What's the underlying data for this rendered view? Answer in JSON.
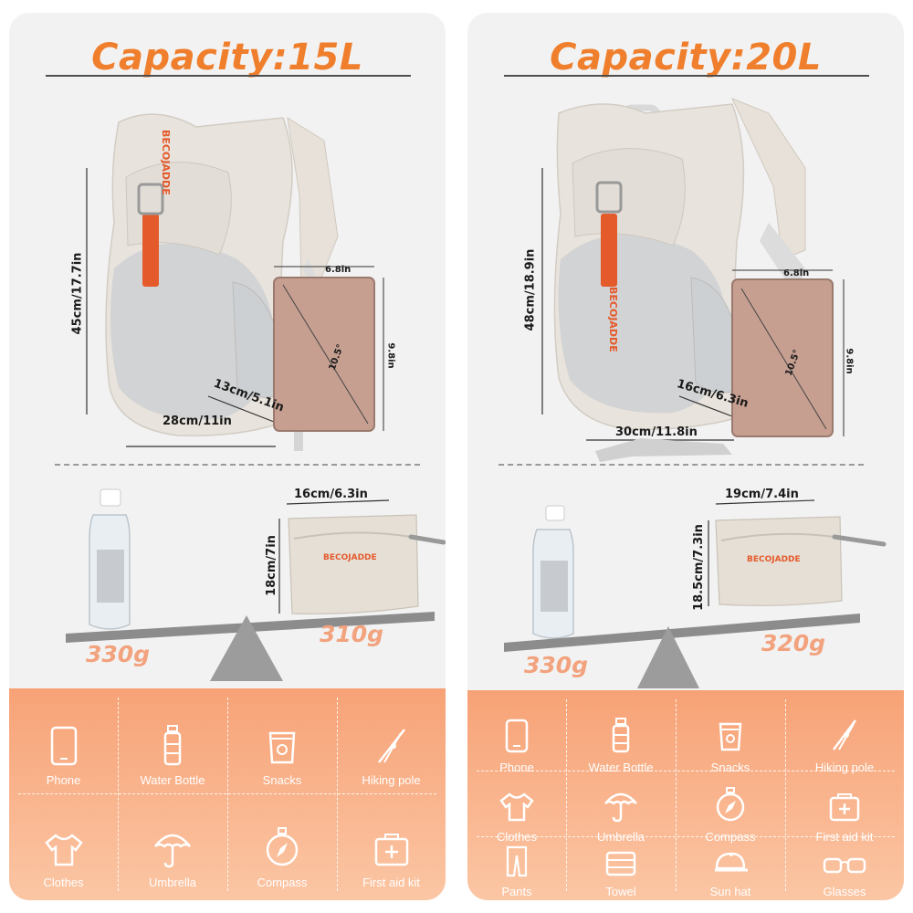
{
  "panels": {
    "left": {
      "title": "Capacity:15L",
      "brand": "BECOJADDE",
      "height_label": "45cm/17.7in",
      "width_label": "28cm/11in",
      "depth_label": "13cm/5.1in",
      "tablet": {
        "width_label": "6.8in",
        "height_label": "9.8in",
        "diag_label": "10.5°"
      },
      "pouch": {
        "width_label": "16cm/6.3in",
        "height_label": "18cm/7in",
        "brand": "BECOJADDE"
      },
      "bottle_weight": "330g",
      "bag_weight": "310g",
      "items": [
        {
          "label": "Phone",
          "icon": "phone-icon"
        },
        {
          "label": "Water Bottle",
          "icon": "water-bottle-icon"
        },
        {
          "label": "Snacks",
          "icon": "snacks-icon"
        },
        {
          "label": "Hiking pole",
          "icon": "hiking-pole-icon"
        },
        {
          "label": "Clothes",
          "icon": "clothes-icon"
        },
        {
          "label": "Umbrella",
          "icon": "umbrella-icon"
        },
        {
          "label": "Compass",
          "icon": "compass-icon"
        },
        {
          "label": "First aid kit",
          "icon": "first-aid-kit-icon"
        }
      ]
    },
    "right": {
      "title": "Capacity:20L",
      "brand": "BECOJADDE",
      "height_label": "48cm/18.9in",
      "width_label": "30cm/11.8in",
      "depth_label": "16cm/6.3in",
      "tablet": {
        "width_label": "6.8in",
        "height_label": "9.8in",
        "diag_label": "10.5°"
      },
      "pouch": {
        "width_label": "19cm/7.4in",
        "height_label": "18.5cm/7.3in",
        "brand": "BECOJADDE"
      },
      "bottle_weight": "330g",
      "bag_weight": "320g",
      "items": [
        {
          "label": "Phone",
          "icon": "phone-icon"
        },
        {
          "label": "Water Bottle",
          "icon": "water-bottle-icon"
        },
        {
          "label": "Snacks",
          "icon": "snacks-icon"
        },
        {
          "label": "Hiking pole",
          "icon": "hiking-pole-icon"
        },
        {
          "label": "Clothes",
          "icon": "clothes-icon"
        },
        {
          "label": "Umbrella",
          "icon": "umbrella-icon"
        },
        {
          "label": "Compass",
          "icon": "compass-icon"
        },
        {
          "label": "First aid kit",
          "icon": "first-aid-kit-icon"
        },
        {
          "label": "Pants",
          "icon": "pants-icon"
        },
        {
          "label": "Towel",
          "icon": "towel-icon"
        },
        {
          "label": "Sun hat",
          "icon": "sun-hat-icon"
        },
        {
          "label": "Glasses",
          "icon": "glasses-icon"
        }
      ]
    }
  },
  "colors": {
    "accent": "#f07f2d",
    "grid_top": "#f7a276",
    "grid_bottom": "#fbc6a4",
    "panel_bg": "#f2f2f2",
    "bag_body": "#e8e3dc",
    "bag_mesh": "#d2d3d4"
  }
}
